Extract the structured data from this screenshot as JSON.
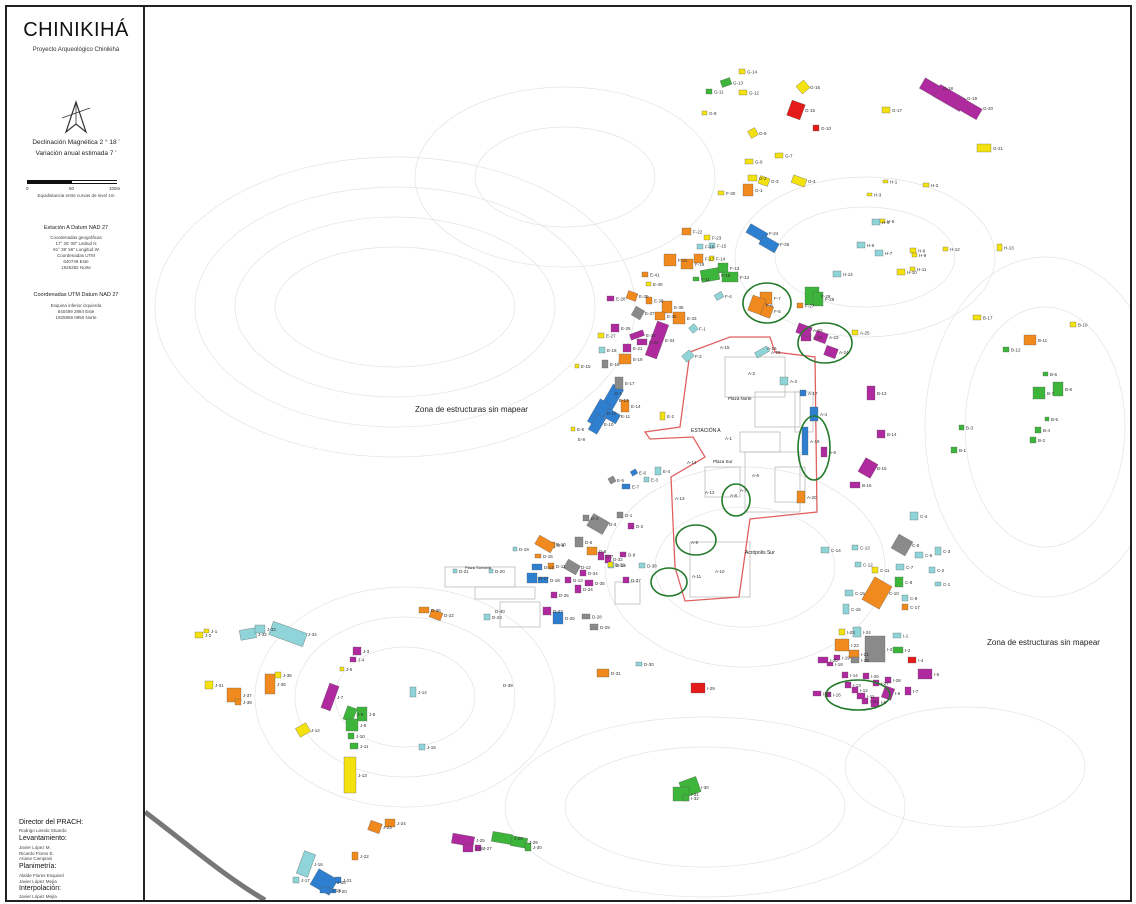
{
  "sidebar": {
    "title": "CHINIKIHÁ",
    "subtitle": "Proyecto Arqueológico Chinikihá",
    "declination": "Declinación Magnética 2 ° 18 '",
    "variation": "Variación anual estimada 7 '",
    "scale_labels": [
      "0",
      "50",
      "100m"
    ],
    "scale_note": "Equidistancia entre curvas de nivel 1m",
    "station_title": "Estación A Datum NAD 27",
    "station_lines": [
      "Coordenadas geográficas",
      "17° 25' 08\" Latitud N",
      "91° 39' 56\" Longitud W",
      "Coordenadas UTM",
      "640749 Este",
      "1926282 Norte"
    ],
    "utm_title": "Coordenadas UTM Datum NAD 27",
    "utm_lines": [
      "Esquina inferior izquierda",
      "640499 2984 Este",
      "1925959 0950 Norte"
    ],
    "director_title": "Director del PRACH:",
    "director_lines": [
      "Rodrigo Liendo Stuardo"
    ],
    "survey_title": "Levantamiento:",
    "survey_lines": [
      "Javier López M.",
      "Ricardo Flores E.",
      "Ariane Campiani"
    ],
    "plan_title": "Planimetría:",
    "plan_lines": [
      "Alaíde Flores Esquivel",
      "Javier López Mejía"
    ],
    "interp_title": "Interpolación:",
    "interp_lines": [
      "Javier López Mejía"
    ]
  },
  "map": {
    "zone_labels": [
      "Zona de estructuras sin mapear",
      "Zona de estructuras sin mapear"
    ],
    "area_labels": [
      "Plaza Norte",
      "Plaza Sur",
      "ESTACIÓN A",
      "Acrópolis Sur",
      "Plaza Sumaria"
    ],
    "colors": {
      "orange": "#f08a1e",
      "yellow": "#f3e20f",
      "green": "#3db43a",
      "magenta": "#b02a9f",
      "blue": "#2f7fd0",
      "cyan": "#8fd4d8",
      "gray": "#8a8a8a",
      "red": "#e31b1b",
      "outline_red": "#e06060",
      "circle_green": "#237a2a"
    },
    "structures": [
      {
        "label": "G-14",
        "c": "yellow"
      },
      {
        "label": "G-13",
        "c": "green"
      },
      {
        "label": "G-11",
        "c": "green"
      },
      {
        "label": "G-12",
        "c": "yellow"
      },
      {
        "label": "G-16",
        "c": "yellow"
      },
      {
        "label": "G-15",
        "c": "red"
      },
      {
        "label": "G-10",
        "c": "red"
      },
      {
        "label": "G-8",
        "c": "yellow"
      },
      {
        "label": "G-9",
        "c": "yellow"
      },
      {
        "label": "G-7",
        "c": "yellow"
      },
      {
        "label": "G-6",
        "c": "yellow"
      },
      {
        "label": "G-2",
        "c": "yellow"
      },
      {
        "label": "G-3",
        "c": "yellow"
      },
      {
        "label": "G-4",
        "c": "yellow"
      },
      {
        "label": "G-1",
        "c": "orange"
      },
      {
        "label": "G-17",
        "c": "yellow"
      },
      {
        "label": "G-18",
        "c": "magenta"
      },
      {
        "label": "G-19",
        "c": "magenta"
      },
      {
        "label": "G-20",
        "c": "magenta"
      },
      {
        "label": "G-21",
        "c": "yellow"
      },
      {
        "label": "F-30",
        "c": "yellow"
      },
      {
        "label": "F-24",
        "c": "blue"
      },
      {
        "label": "F-25",
        "c": "blue"
      },
      {
        "label": "F-22",
        "c": "orange"
      },
      {
        "label": "F-23",
        "c": "yellow"
      },
      {
        "label": "F-16",
        "c": "cyan"
      },
      {
        "label": "F-15",
        "c": "cyan"
      },
      {
        "label": "F-21",
        "c": "orange"
      },
      {
        "label": "F-17",
        "c": "orange"
      },
      {
        "label": "F-19",
        "c": "orange"
      },
      {
        "label": "F-14",
        "c": "yellow"
      },
      {
        "label": "F-13",
        "c": "green"
      },
      {
        "label": "F-18",
        "c": "green"
      },
      {
        "label": "F-12",
        "c": "green"
      },
      {
        "label": "F-11",
        "c": "green"
      },
      {
        "label": "F-7",
        "c": "orange"
      },
      {
        "label": "F-6",
        "c": "orange"
      },
      {
        "label": "F-5",
        "c": "orange"
      },
      {
        "label": "F-28",
        "c": "green"
      },
      {
        "label": "F-29",
        "c": "green"
      },
      {
        "label": "F-27",
        "c": "orange"
      },
      {
        "label": "F-4",
        "c": "cyan"
      },
      {
        "label": "F-1",
        "c": "cyan"
      },
      {
        "label": "F-2",
        "c": "cyan"
      },
      {
        "label": "E-41",
        "c": "orange"
      },
      {
        "label": "E-40",
        "c": "yellow"
      },
      {
        "label": "E-39",
        "c": "orange"
      },
      {
        "label": "E-38",
        "c": "orange"
      },
      {
        "label": "E-37",
        "c": "gray"
      },
      {
        "label": "E-36",
        "c": "orange"
      },
      {
        "label": "E-35",
        "c": "orange"
      },
      {
        "label": "E-34",
        "c": "magenta"
      },
      {
        "label": "E-33",
        "c": "orange"
      },
      {
        "label": "E-28",
        "c": "magenta"
      },
      {
        "label": "E-27",
        "c": "yellow"
      },
      {
        "label": "E-26",
        "c": "magenta"
      },
      {
        "label": "E-25",
        "c": "magenta"
      },
      {
        "label": "E-24",
        "c": "magenta"
      },
      {
        "label": "E-21",
        "c": "magenta"
      },
      {
        "label": "E-19",
        "c": "orange"
      },
      {
        "label": "E-18",
        "c": "cyan"
      },
      {
        "label": "E-16",
        "c": "gray"
      },
      {
        "label": "E-15",
        "c": "yellow"
      },
      {
        "label": "E-13",
        "c": "blue"
      },
      {
        "label": "E-12",
        "c": "blue"
      },
      {
        "label": "E-11",
        "c": "blue"
      },
      {
        "label": "E-10",
        "c": "blue"
      },
      {
        "label": "E-9",
        "c": "yellow"
      },
      {
        "label": "E-17",
        "c": "gray"
      },
      {
        "label": "E-14",
        "c": "orange"
      },
      {
        "label": "E-2",
        "c": "yellow"
      },
      {
        "label": "E-6",
        "c": "blue"
      },
      {
        "label": "E-4",
        "c": "cyan"
      },
      {
        "label": "E-7",
        "c": "blue"
      },
      {
        "label": "E-5",
        "c": "gray"
      },
      {
        "label": "E-3",
        "c": "cyan"
      },
      {
        "label": "H-1",
        "c": "yellow"
      },
      {
        "label": "H-2",
        "c": "yellow"
      },
      {
        "label": "H-3",
        "c": "yellow"
      },
      {
        "label": "H-4",
        "c": "cyan"
      },
      {
        "label": "H-5",
        "c": "yellow"
      },
      {
        "label": "H-6",
        "c": "cyan"
      },
      {
        "label": "H-7",
        "c": "cyan"
      },
      {
        "label": "H-8",
        "c": "yellow"
      },
      {
        "label": "H-9",
        "c": "yellow"
      },
      {
        "label": "H-10",
        "c": "yellow"
      },
      {
        "label": "H-11",
        "c": "yellow"
      },
      {
        "label": "H-12",
        "c": "yellow"
      },
      {
        "label": "H-13",
        "c": "yellow"
      },
      {
        "label": "H-14",
        "c": "cyan"
      },
      {
        "label": "A-21",
        "c": "magenta"
      },
      {
        "label": "A-22",
        "c": "magenta"
      },
      {
        "label": "A-23",
        "c": "magenta"
      },
      {
        "label": "A-24",
        "c": "magenta"
      },
      {
        "label": "A-25",
        "c": "yellow"
      },
      {
        "label": "A-18",
        "c": "cyan"
      },
      {
        "label": "A-17",
        "c": "blue"
      },
      {
        "label": "A-4",
        "c": "blue"
      },
      {
        "label": "A-19",
        "c": "blue"
      },
      {
        "label": "A-20",
        "c": "orange"
      },
      {
        "label": "A-5",
        "c": "magenta"
      },
      {
        "label": "A-3",
        "c": "cyan"
      },
      {
        "label": "B-13",
        "c": "magenta"
      },
      {
        "label": "B-14",
        "c": "magenta"
      },
      {
        "label": "B-15",
        "c": "magenta"
      },
      {
        "label": "B-16",
        "c": "magenta"
      },
      {
        "label": "B-17",
        "c": "yellow"
      },
      {
        "label": "B-10",
        "c": "yellow"
      },
      {
        "label": "B-11",
        "c": "orange"
      },
      {
        "label": "B-12",
        "c": "green"
      },
      {
        "label": "B-6",
        "c": "green"
      },
      {
        "label": "B-8",
        "c": "green"
      },
      {
        "label": "B-7",
        "c": "green"
      },
      {
        "label": "B-5",
        "c": "green"
      },
      {
        "label": "B-4",
        "c": "green"
      },
      {
        "label": "B-3",
        "c": "green"
      },
      {
        "label": "B-2",
        "c": "green"
      },
      {
        "label": "B-1",
        "c": "green"
      },
      {
        "label": "C-4",
        "c": "cyan"
      },
      {
        "label": "C-5",
        "c": "gray"
      },
      {
        "label": "C-3",
        "c": "cyan"
      },
      {
        "label": "C-2",
        "c": "cyan"
      },
      {
        "label": "C-1",
        "c": "cyan"
      },
      {
        "label": "C-6",
        "c": "cyan"
      },
      {
        "label": "C-7",
        "c": "cyan"
      },
      {
        "label": "C-8",
        "c": "green"
      },
      {
        "label": "C-9",
        "c": "cyan"
      },
      {
        "label": "C-10",
        "c": "orange"
      },
      {
        "label": "C-11",
        "c": "yellow"
      },
      {
        "label": "C-12",
        "c": "cyan"
      },
      {
        "label": "C-13",
        "c": "cyan"
      },
      {
        "label": "C-14",
        "c": "cyan"
      },
      {
        "label": "C-15",
        "c": "cyan"
      },
      {
        "label": "C-16",
        "c": "cyan"
      },
      {
        "label": "C-17",
        "c": "orange"
      },
      {
        "label": "D-1",
        "c": "gray"
      },
      {
        "label": "D-2",
        "c": "magenta"
      },
      {
        "label": "D-3",
        "c": "gray"
      },
      {
        "label": "D-4",
        "c": "gray"
      },
      {
        "label": "D-5",
        "c": "gray"
      },
      {
        "label": "D-6",
        "c": "orange"
      },
      {
        "label": "D-7",
        "c": "magenta"
      },
      {
        "label": "D-8",
        "c": "orange"
      },
      {
        "label": "D-9",
        "c": "magenta"
      },
      {
        "label": "D-10",
        "c": "orange"
      },
      {
        "label": "D-11",
        "c": "orange"
      },
      {
        "label": "D-12",
        "c": "gray"
      },
      {
        "label": "D-13",
        "c": "magenta"
      },
      {
        "label": "D-14",
        "c": "blue"
      },
      {
        "label": "D-15",
        "c": "orange"
      },
      {
        "label": "D-16",
        "c": "cyan"
      },
      {
        "label": "D-17",
        "c": "blue"
      },
      {
        "label": "D-18",
        "c": "blue"
      },
      {
        "label": "D-19",
        "c": "cyan"
      },
      {
        "label": "D-20",
        "c": "cyan"
      },
      {
        "label": "D-21",
        "c": "cyan"
      },
      {
        "label": "D-22",
        "c": "orange"
      },
      {
        "label": "D-23",
        "c": "cyan"
      },
      {
        "label": "D-24",
        "c": "magenta"
      },
      {
        "label": "D-25",
        "c": "magenta"
      },
      {
        "label": "D-26",
        "c": "blue"
      },
      {
        "label": "D-27",
        "c": "magenta"
      },
      {
        "label": "D-28",
        "c": "gray"
      },
      {
        "label": "D-29",
        "c": "gray"
      },
      {
        "label": "D-30",
        "c": "cyan"
      },
      {
        "label": "D-31",
        "c": "orange"
      },
      {
        "label": "D-32",
        "c": "magenta"
      },
      {
        "label": "D-33",
        "c": "yellow"
      },
      {
        "label": "D-34",
        "c": "magenta"
      },
      {
        "label": "D-35",
        "c": "magenta"
      },
      {
        "label": "D-36",
        "c": "orange"
      },
      {
        "label": "D-37",
        "c": "magenta"
      },
      {
        "label": "D-38",
        "c": "cyan"
      },
      {
        "label": "I-1",
        "c": "cyan"
      },
      {
        "label": "I-2",
        "c": "green"
      },
      {
        "label": "I-3",
        "c": "gray"
      },
      {
        "label": "I-4",
        "c": "red"
      },
      {
        "label": "I-5",
        "c": "magenta"
      },
      {
        "label": "I-6",
        "c": "magenta"
      },
      {
        "label": "I-7",
        "c": "magenta"
      },
      {
        "label": "I-9",
        "c": "magenta"
      },
      {
        "label": "I-10",
        "c": "magenta"
      },
      {
        "label": "I-11",
        "c": "magenta"
      },
      {
        "label": "I-12",
        "c": "magenta"
      },
      {
        "label": "I-13",
        "c": "magenta"
      },
      {
        "label": "I-14",
        "c": "magenta"
      },
      {
        "label": "I-16",
        "c": "magenta"
      },
      {
        "label": "I-17",
        "c": "magenta"
      },
      {
        "label": "I-18",
        "c": "magenta"
      },
      {
        "label": "I-19",
        "c": "magenta"
      },
      {
        "label": "I-20",
        "c": "magenta"
      },
      {
        "label": "I-21",
        "c": "orange"
      },
      {
        "label": "I-22",
        "c": "orange"
      },
      {
        "label": "I-23",
        "c": "yellow"
      },
      {
        "label": "I-24",
        "c": "cyan"
      },
      {
        "label": "I-25",
        "c": "gray"
      },
      {
        "label": "I-26",
        "c": "magenta"
      },
      {
        "label": "I-27",
        "c": "magenta"
      },
      {
        "label": "I-28",
        "c": "magenta"
      },
      {
        "label": "I-29",
        "c": "red"
      },
      {
        "label": "I-30",
        "c": "green"
      },
      {
        "label": "I-31",
        "c": "green"
      },
      {
        "label": "I-32",
        "c": "green"
      },
      {
        "label": "J-1",
        "c": "yellow"
      },
      {
        "label": "J-2",
        "c": "yellow"
      },
      {
        "label": "J-3",
        "c": "magenta"
      },
      {
        "label": "J-4",
        "c": "magenta"
      },
      {
        "label": "J-5",
        "c": "yellow"
      },
      {
        "label": "J-6",
        "c": "green"
      },
      {
        "label": "J-7",
        "c": "magenta"
      },
      {
        "label": "J-8",
        "c": "green"
      },
      {
        "label": "J-9",
        "c": "green"
      },
      {
        "label": "J-10",
        "c": "green"
      },
      {
        "label": "J-11",
        "c": "green"
      },
      {
        "label": "J-12",
        "c": "yellow"
      },
      {
        "label": "J-13",
        "c": "yellow"
      },
      {
        "label": "J-14",
        "c": "cyan"
      },
      {
        "label": "J-15",
        "c": "cyan"
      },
      {
        "label": "J-16",
        "c": "cyan"
      },
      {
        "label": "J-17",
        "c": "cyan"
      },
      {
        "label": "J-18",
        "c": "blue"
      },
      {
        "label": "J-19",
        "c": "blue"
      },
      {
        "label": "J-20",
        "c": "blue"
      },
      {
        "label": "J-21",
        "c": "blue"
      },
      {
        "label": "J-22",
        "c": "orange"
      },
      {
        "label": "J-23",
        "c": "orange"
      },
      {
        "label": "J-24",
        "c": "orange"
      },
      {
        "label": "J-25",
        "c": "magenta"
      },
      {
        "label": "J-26",
        "c": "magenta"
      },
      {
        "label": "J-27",
        "c": "magenta"
      },
      {
        "label": "J-28",
        "c": "green"
      },
      {
        "label": "J-29",
        "c": "green"
      },
      {
        "label": "J-30",
        "c": "green"
      },
      {
        "label": "J-31",
        "c": "yellow"
      },
      {
        "label": "J-32",
        "c": "cyan"
      },
      {
        "label": "J-33",
        "c": "cyan"
      },
      {
        "label": "J-34",
        "c": "cyan"
      },
      {
        "label": "J-35",
        "c": "orange"
      },
      {
        "label": "J-36",
        "c": "yellow"
      },
      {
        "label": "J-37",
        "c": "orange"
      },
      {
        "label": "J-38",
        "c": "orange"
      }
    ],
    "site_labels": [
      "A-1",
      "A-2",
      "A-6",
      "A-7",
      "A-8",
      "A-9",
      "A-10",
      "A-11",
      "A-12",
      "A-13",
      "A-14",
      "A-15",
      "A-16",
      "E-1",
      "E-8",
      "D-39",
      "D-40"
    ]
  }
}
